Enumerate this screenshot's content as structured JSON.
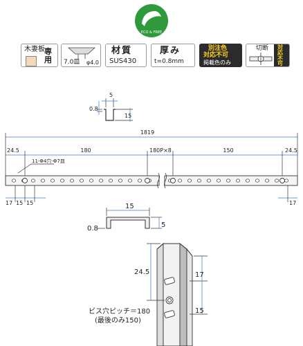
{
  "eco_logo": {
    "text": "ECO & FREE"
  },
  "badges": {
    "wood": {
      "label": "木妻板",
      "suffix": "専用"
    },
    "screw": {
      "size": "7.0皿",
      "dia": "φ4.0"
    },
    "material": {
      "title": "材質",
      "value": "SUS430"
    },
    "thickness": {
      "title": "厚み",
      "value": "t=0.8mm"
    },
    "color": {
      "line1": "別注色",
      "line2": "対応不可",
      "line3": "掲載色のみ"
    },
    "cut": {
      "label": "切断",
      "side1": "対",
      "side2": "応",
      "side3": "不",
      "side4": "可"
    }
  },
  "section_top": {
    "w": "5",
    "h1": "0.8",
    "h2": "15"
  },
  "rail": {
    "total": "1819",
    "left_end": "24.5",
    "pitch1": "180",
    "pitch_rep": "180P×8",
    "pitch2": "150",
    "right_end": "24.5",
    "hole_note": "11-Φ4穴-Φ7皿",
    "bottom_left": [
      "17",
      "15",
      "15"
    ],
    "bottom_right": "17"
  },
  "section_mid": {
    "w": "15",
    "t": "0.8",
    "h": "5"
  },
  "detail": {
    "d1": "24.5",
    "d2": "17",
    "d3": "15"
  },
  "pitch_note": {
    "line1": "ビス穴ピッチ＝180",
    "line2": "(最後のみ150)"
  }
}
